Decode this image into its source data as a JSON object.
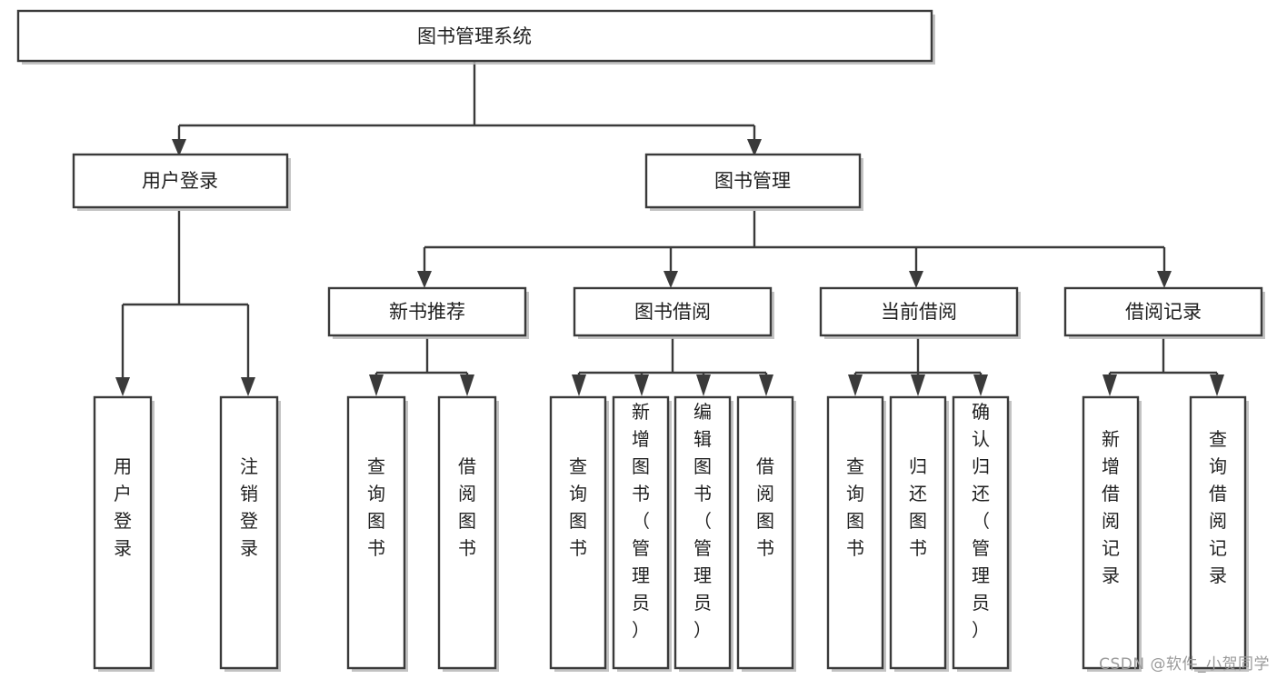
{
  "diagram": {
    "type": "tree",
    "title": "图书管理系统",
    "orientation": "top-down",
    "colors": {
      "box_fill": "#ffffff",
      "box_stroke": "#3a3a3a",
      "connector": "#3a3a3a",
      "text": "#1f1f1f",
      "watermark": "#9a9a9a",
      "background": "#ffffff"
    },
    "root": {
      "label": "图书管理系统"
    },
    "level2": [
      {
        "label": "用户登录"
      },
      {
        "label": "图书管理"
      }
    ],
    "level3": [
      {
        "label": "新书推荐"
      },
      {
        "label": "图书借阅"
      },
      {
        "label": "当前借阅"
      },
      {
        "label": "借阅记录"
      }
    ],
    "leaves": {
      "user_login": [
        {
          "label": "用户登录"
        },
        {
          "label": "注销登录"
        }
      ],
      "new_book_recommend": [
        {
          "label": "查询图书"
        },
        {
          "label": "借阅图书"
        }
      ],
      "book_borrow": [
        {
          "label": "查询图书"
        },
        {
          "label": "新增图书（管理员）"
        },
        {
          "label": "编辑图书（管理员）"
        },
        {
          "label": "借阅图书"
        }
      ],
      "current_borrow": [
        {
          "label": "查询图书"
        },
        {
          "label": "归还图书"
        },
        {
          "label": "确认归还（管理员）"
        }
      ],
      "borrow_records": [
        {
          "label": "新增借阅记录"
        },
        {
          "label": "查询借阅记录"
        }
      ]
    }
  },
  "watermark": {
    "text": "CSDN @软件_小贺同学"
  }
}
